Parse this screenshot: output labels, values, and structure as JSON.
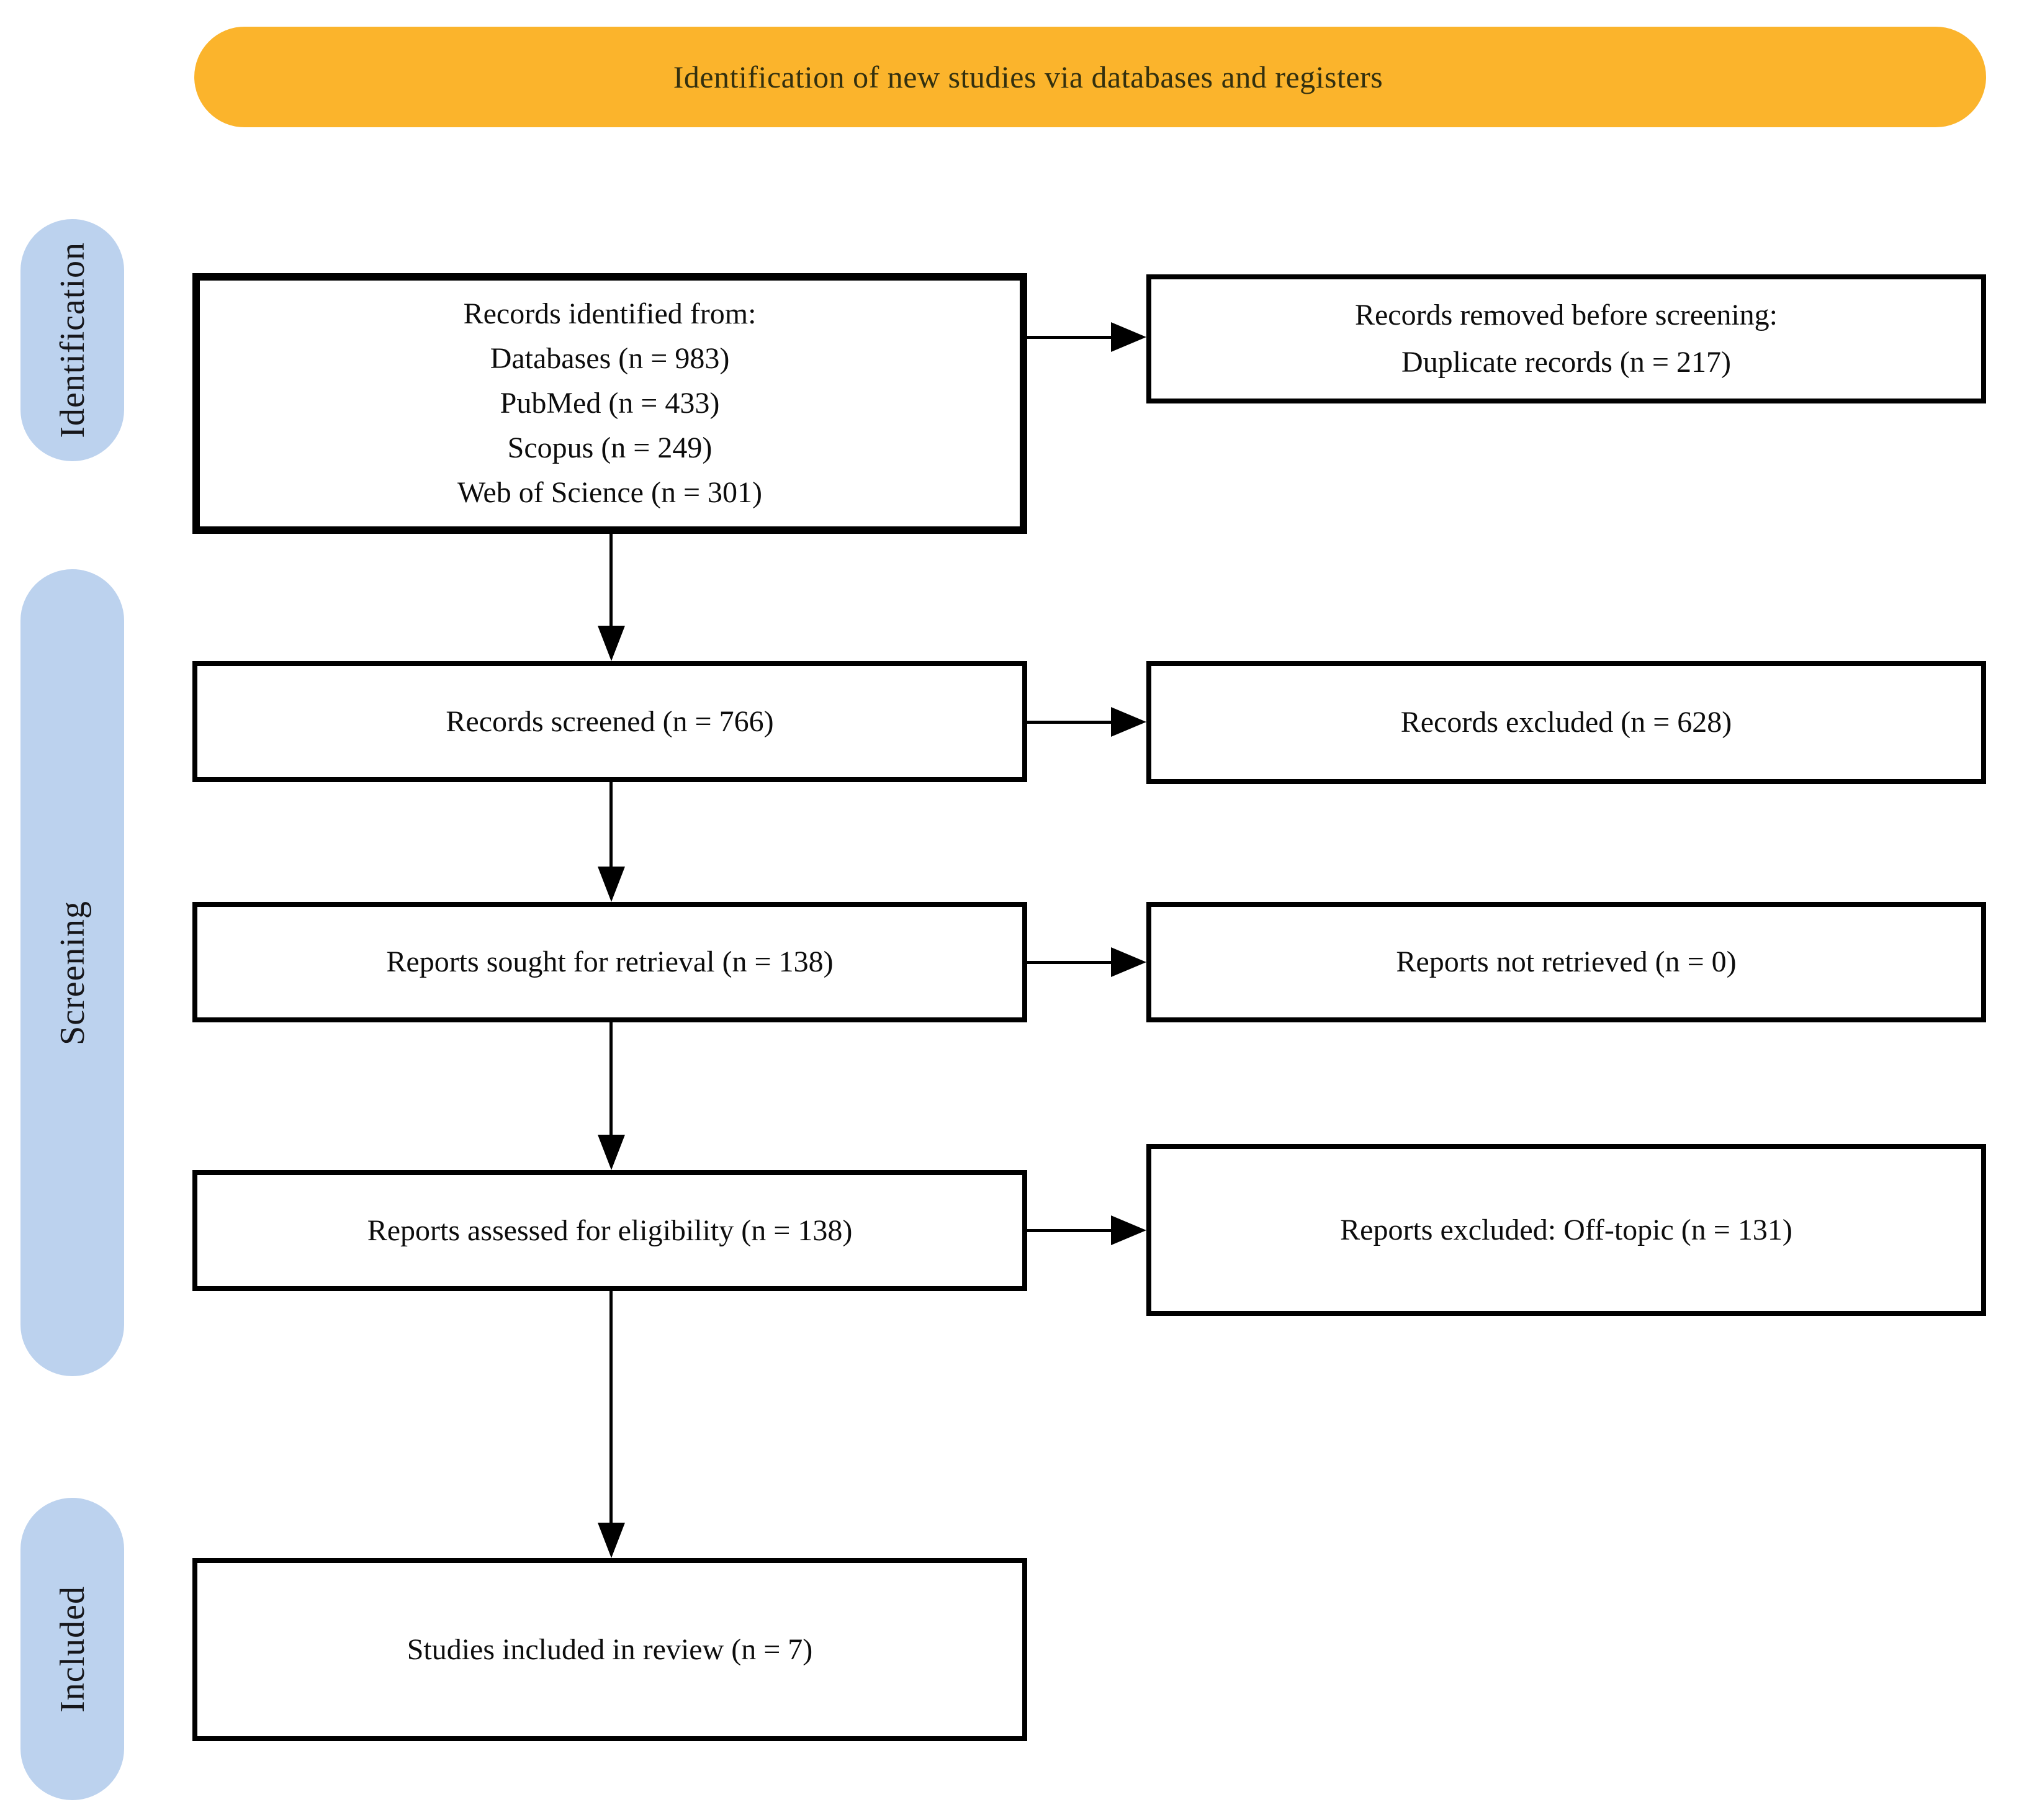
{
  "banner": {
    "label": "Identification of new studies via databases and registers"
  },
  "colors": {
    "banner_bg": "#FBB42C",
    "stage_pill_bg": "#BCD2EE",
    "box_border": "#000000",
    "background": "#FFFFFF"
  },
  "stages": {
    "identification": "Identification",
    "screening": "Screening",
    "included": "Included"
  },
  "boxes": {
    "identified": {
      "lines": [
        "Records identified from:",
        "Databases (n = 983)",
        "PubMed (n = 433)",
        "Scopus (n = 249)",
        "Web of Science (n = 301)"
      ]
    },
    "removed": {
      "lines": [
        "Records removed before screening:",
        "Duplicate records (n = 217)"
      ]
    },
    "screened": {
      "label": "Records screened (n = 766)"
    },
    "excluded": {
      "label": "Records excluded (n = 628)"
    },
    "sought": {
      "label": "Reports sought for retrieval (n = 138)"
    },
    "not_retrieved": {
      "label": "Reports not retrieved (n = 0)"
    },
    "assessed": {
      "label": "Reports assessed for eligibility (n = 138)"
    },
    "excluded_offtopic": {
      "label": "Reports excluded: Off-topic (n = 131)"
    },
    "included": {
      "label": "Studies included in review (n = 7)"
    }
  }
}
